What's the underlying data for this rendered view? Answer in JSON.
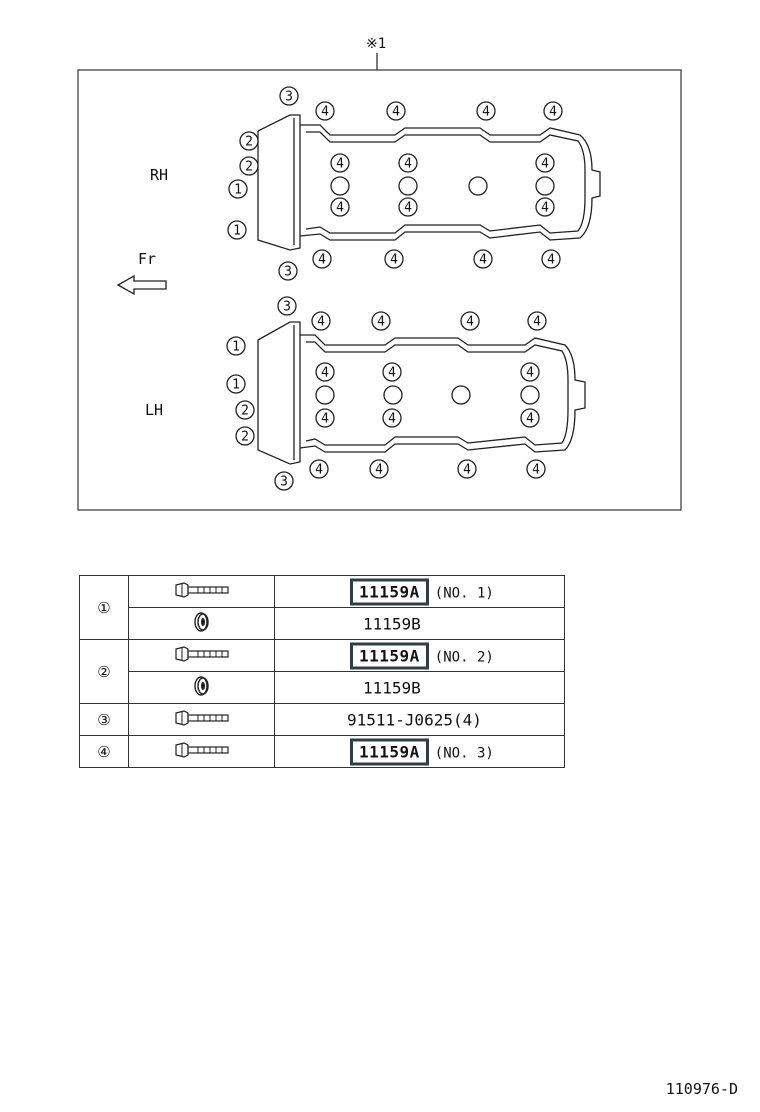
{
  "diagram": {
    "kit_ref": "※1",
    "rh_label": "RH",
    "lh_label": "LH",
    "front_label": "Fr",
    "callout_nums": [
      "1",
      "2",
      "3",
      "4"
    ]
  },
  "table": {
    "rows": [
      {
        "num": "①",
        "icon": "bolt-icon",
        "part": "11159A",
        "boxed": true,
        "note": "(NO. 1)"
      },
      {
        "num": "",
        "icon": "grommet-icon",
        "part": "11159B",
        "boxed": false,
        "note": ""
      },
      {
        "num": "②",
        "icon": "bolt-icon",
        "part": "11159A",
        "boxed": true,
        "note": "(NO. 2)"
      },
      {
        "num": "",
        "icon": "grommet-icon",
        "part": "11159B",
        "boxed": false,
        "note": ""
      },
      {
        "num": "③",
        "icon": "bolt-icon",
        "part": "91511-J0625(4)",
        "boxed": false,
        "note": ""
      },
      {
        "num": "④",
        "icon": "bolt-icon",
        "part": "11159A",
        "boxed": true,
        "note": "(NO. 3)"
      }
    ]
  },
  "footer": {
    "code": "110976-D"
  }
}
